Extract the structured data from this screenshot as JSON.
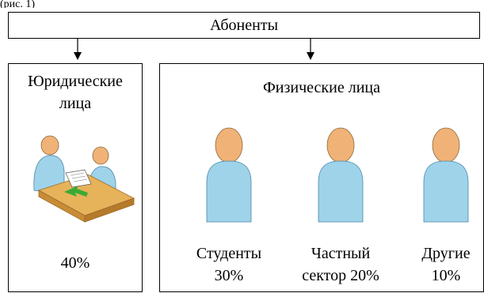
{
  "top_fragment": "(рис. 1)",
  "root": {
    "label": "Абоненты"
  },
  "legal": {
    "title_line1": "Юридические",
    "title_line2": "лица",
    "percent": "40%",
    "icon": "meeting-desk-icon"
  },
  "physical": {
    "title": "Физические  лица",
    "groups": [
      {
        "line1": "Студенты",
        "line2": "30%",
        "icon": "person-icon"
      },
      {
        "line1": "Частный",
        "line2": "сектор 20%",
        "icon": "person-icon"
      },
      {
        "line1": "Другие",
        "line2": "10%",
        "icon": "person-icon"
      }
    ]
  },
  "colors": {
    "person_head": "#f0b277",
    "person_body": "#9fd3ea",
    "desk": "#e6b25a",
    "arrow": "#3aaa35"
  }
}
